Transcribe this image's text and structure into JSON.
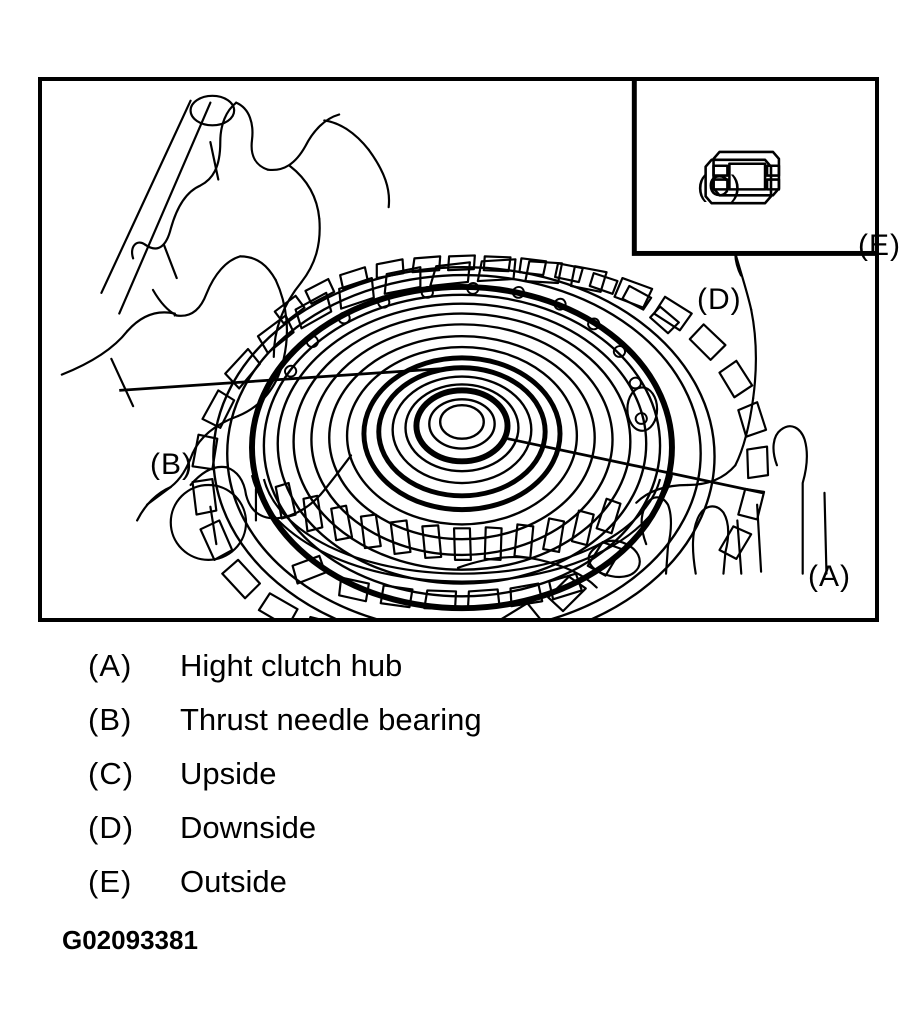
{
  "figure": {
    "id_code": "G02093381",
    "title_callouts": {
      "a": "(A)",
      "b": "(B)",
      "c": "(C)",
      "d": "(D)",
      "e": "(E)"
    }
  },
  "diagram": {
    "callouts": [
      {
        "key": "(A)",
        "target": "high-clutch-hub"
      },
      {
        "key": "(B)",
        "target": "thrust-needle-bearing"
      }
    ],
    "inset": {
      "labels": {
        "upside": "(C)",
        "downside": "(D)",
        "outside": "(E)"
      },
      "detail_icon": "thrust-needle-bearing-cross-section"
    }
  },
  "legend": {
    "rows": [
      {
        "key": "(A)",
        "text": "Hight clutch hub"
      },
      {
        "key": "(B)",
        "text": "Thrust needle bearing"
      },
      {
        "key": "(C)",
        "text": "Upside"
      },
      {
        "key": "(D)",
        "text": "Downside"
      },
      {
        "key": "(E)",
        "text": "Outside"
      }
    ]
  },
  "colors": {
    "line": "#000000",
    "background": "#ffffff"
  }
}
